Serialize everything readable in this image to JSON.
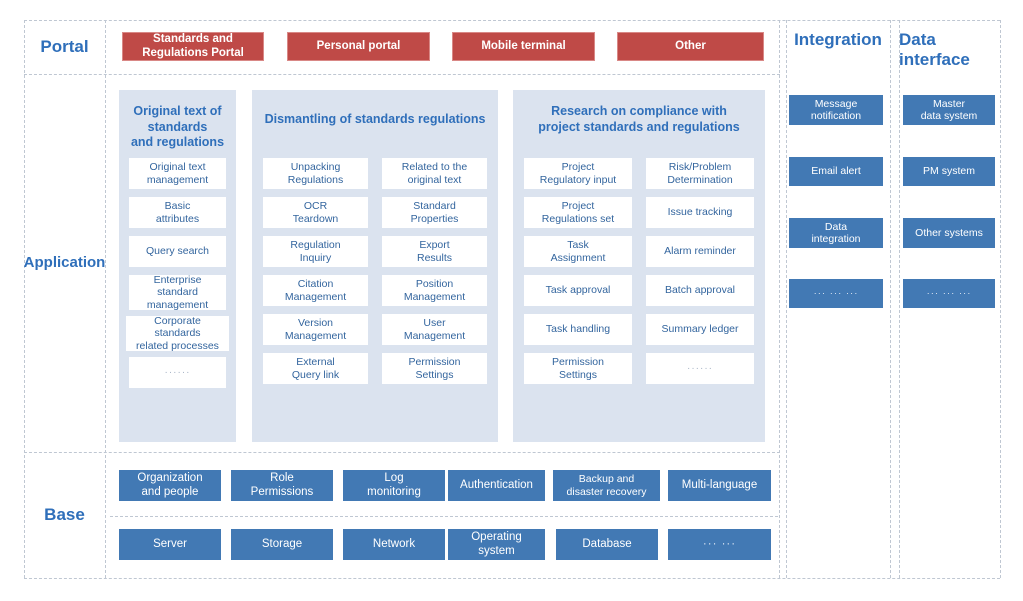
{
  "rows": {
    "portal_label": "Portal",
    "application_label": "Application",
    "base_label": "Base"
  },
  "columns": {
    "integration_label": "Integration",
    "data_interface_label": "Data\ninterface",
    "data_interface_line1": "Data",
    "data_interface_line2": "interface"
  },
  "colors": {
    "portal_red": "#bf4a47",
    "portal_red_border": "#d98886",
    "panel_bg": "#dbe3ef",
    "accent_blue": "#4279b4",
    "title_blue": "#2f6fba",
    "item_text_blue": "#33659e",
    "dash_gray": "#bfc7d2",
    "white": "#ffffff"
  },
  "portal": {
    "buttons": [
      {
        "label": "Standards and\nRegulations Portal",
        "line1": "Standards and",
        "line2": "Regulations Portal"
      },
      {
        "label": "Personal portal",
        "line1": "Personal portal",
        "line2": ""
      },
      {
        "label": "Mobile terminal",
        "line1": "Mobile terminal",
        "line2": ""
      },
      {
        "label": "Other",
        "line1": "Other",
        "line2": ""
      }
    ]
  },
  "application": {
    "groups": [
      {
        "title_line1": "Original text of",
        "title_line2": "standards",
        "title_line3": "and regulations",
        "columns": [
          [
            {
              "line1": "Original text",
              "line2": "management"
            },
            {
              "line1": "Basic",
              "line2": "attributes"
            },
            {
              "line1": "Query search",
              "line2": ""
            },
            {
              "line1": "Enterprise",
              "line2": "standard",
              "line3": "management"
            },
            {
              "line1": "Corporate",
              "line2": "standards",
              "line3": "related processes"
            },
            {
              "line1": "······",
              "line2": "",
              "dots": true
            }
          ]
        ]
      },
      {
        "title_line1": "Dismantling of standards regulations",
        "title_line2": "",
        "title_line3": "",
        "columns": [
          [
            {
              "line1": "Unpacking",
              "line2": "Regulations"
            },
            {
              "line1": "OCR",
              "line2": "Teardown"
            },
            {
              "line1": "Regulation",
              "line2": "Inquiry"
            },
            {
              "line1": "Citation",
              "line2": "Management"
            },
            {
              "line1": "Version",
              "line2": "Management"
            },
            {
              "line1": "External",
              "line2": "Query link"
            }
          ],
          [
            {
              "line1": "Related to the",
              "line2": "original text"
            },
            {
              "line1": "Standard",
              "line2": "Properties"
            },
            {
              "line1": "Export",
              "line2": "Results"
            },
            {
              "line1": "Position",
              "line2": "Management"
            },
            {
              "line1": "User",
              "line2": "Management"
            },
            {
              "line1": "Permission",
              "line2": "Settings"
            }
          ]
        ]
      },
      {
        "title_line1": "Research on compliance with",
        "title_line2": "project standards and regulations",
        "title_line3": "",
        "columns": [
          [
            {
              "line1": "Project",
              "line2": "Regulatory input"
            },
            {
              "line1": "Project",
              "line2": "Regulations set"
            },
            {
              "line1": "Task",
              "line2": "Assignment"
            },
            {
              "line1": "Task approval",
              "line2": ""
            },
            {
              "line1": "Task handling",
              "line2": ""
            },
            {
              "line1": "Permission",
              "line2": "Settings"
            }
          ],
          [
            {
              "line1": "Risk/Problem",
              "line2": "Determination"
            },
            {
              "line1": "Issue tracking",
              "line2": ""
            },
            {
              "line1": "Alarm reminder",
              "line2": ""
            },
            {
              "line1": "Batch approval",
              "line2": ""
            },
            {
              "line1": "Summary ledger",
              "line2": ""
            },
            {
              "line1": "······",
              "line2": "",
              "dots": true
            }
          ]
        ]
      }
    ]
  },
  "integration": {
    "items": [
      {
        "line1": "Message",
        "line2": "notification"
      },
      {
        "line1": "Email alert",
        "line2": ""
      },
      {
        "line1": "Data",
        "line2": "integration"
      },
      {
        "line1": "··· ··· ···",
        "line2": "",
        "dots": true
      }
    ]
  },
  "data_interface": {
    "items": [
      {
        "line1": "Master",
        "line2": "data system"
      },
      {
        "line1": "PM system",
        "line2": ""
      },
      {
        "line1": "Other systems",
        "line2": ""
      },
      {
        "line1": "··· ··· ···",
        "line2": "",
        "dots": true
      }
    ]
  },
  "base": {
    "row1": [
      {
        "line1": "Organization",
        "line2": "and people"
      },
      {
        "line1": "Role",
        "line2": "Permissions"
      },
      {
        "line1": "Log",
        "line2": "monitoring"
      },
      {
        "line1": "Authentication",
        "line2": ""
      },
      {
        "line1": "Backup and",
        "line2": "disaster recovery"
      },
      {
        "line1": "Multi-language",
        "line2": ""
      }
    ],
    "row2": [
      {
        "line1": "Server",
        "line2": ""
      },
      {
        "line1": "Storage",
        "line2": ""
      },
      {
        "line1": "Network",
        "line2": ""
      },
      {
        "line1": "Operating",
        "line2": "system"
      },
      {
        "line1": "Database",
        "line2": ""
      },
      {
        "line1": "··· ···",
        "line2": "",
        "dots": true
      }
    ]
  }
}
